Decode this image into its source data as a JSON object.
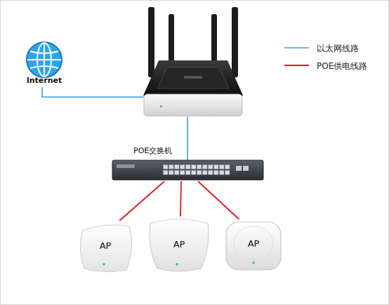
{
  "diagram": {
    "nodes": [
      {
        "text": [
          "Internet"
        ]
      },
      {
        "text": [
          "POE交换机"
        ]
      },
      {
        "text": [
          "AP"
        ]
      },
      {
        "text": [
          "AP"
        ]
      },
      {
        "text": [
          "AP"
        ]
      }
    ],
    "edges": [
      {
        "from": 1,
        "to": 2,
        "arrow": "none"
      },
      {
        "from": 1,
        "to": 3,
        "arrow": "none"
      },
      {
        "from": 1,
        "to": 4,
        "arrow": "none"
      }
    ],
    "legend": [
      {
        "text": "以太网线路"
      },
      {
        "text": "POE供电线路"
      }
    ]
  }
}
